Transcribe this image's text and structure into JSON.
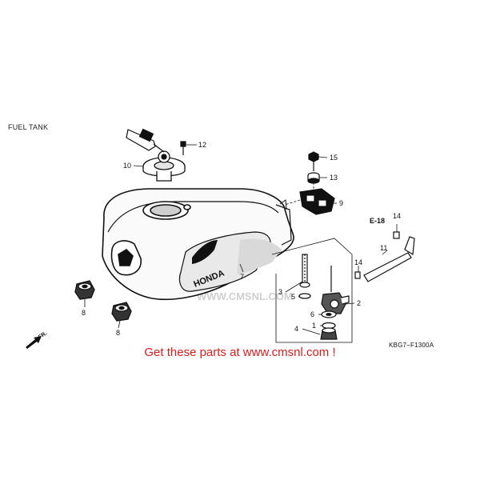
{
  "page_title": "FUEL TANK",
  "callouts": {
    "c1": "1",
    "c2": "2",
    "c3": "3",
    "c4": "4",
    "c5": "5",
    "c6": "6",
    "c7": "7",
    "c8a": "8",
    "c8b": "8",
    "c9": "9",
    "c10": "10",
    "c11": "11",
    "c12": "12",
    "c13": "13",
    "c14a": "14",
    "c14b": "14",
    "c15": "15"
  },
  "ref_label": "E-18",
  "direction_label": "FR.",
  "tank_brand": "HONDA",
  "part_code": "KBG7−F1300A",
  "promo_text": "Get these parts at www.cmsnl.com !",
  "watermark": "WWW.CMSNL.COM",
  "colors": {
    "promo": "#d81d1d",
    "line": "#111111",
    "watermark": "#c8c8c8"
  }
}
